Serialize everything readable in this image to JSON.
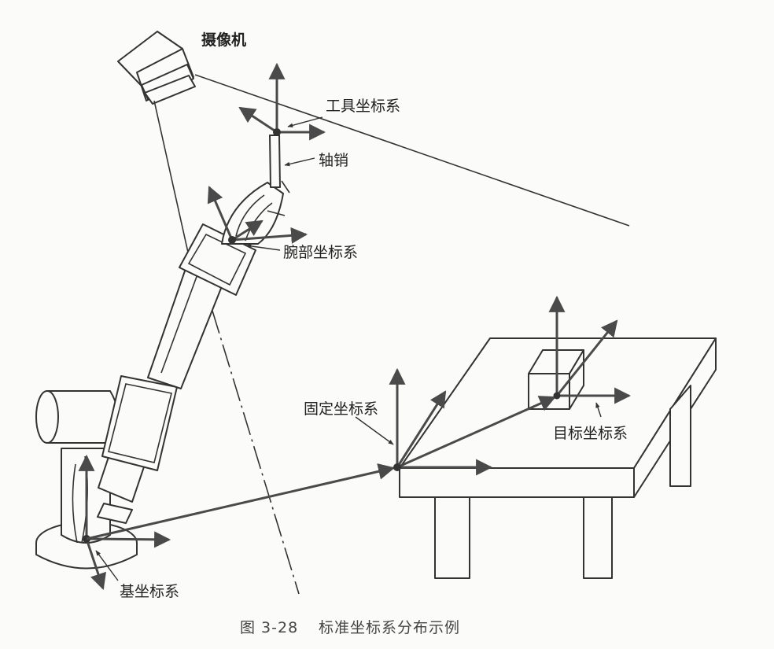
{
  "labels": {
    "camera": "摄像机",
    "tool_frame": "工具坐标系",
    "pin": "轴销",
    "wrist_frame": "腕部坐标系",
    "fixed_frame": "固定坐标系",
    "goal_frame": "目标坐标系",
    "base_frame": "基坐标系"
  },
  "caption": {
    "figure_number": "图 3-28",
    "title": "标准坐标系分布示例"
  },
  "colors": {
    "line": "#333333",
    "axis": "#4a4a4a",
    "background": "#fbfbf9"
  }
}
